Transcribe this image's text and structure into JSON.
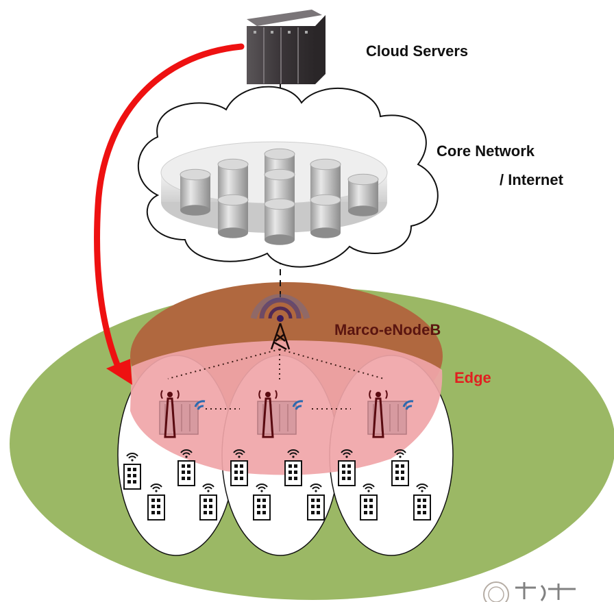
{
  "labels": {
    "cloud_servers": "Cloud Servers",
    "core_network_line1": "Core Network",
    "core_network_line2": "/ Internet",
    "macro_enodeb": "Marco-eNodeB",
    "edge": "Edge"
  },
  "colors": {
    "coverage_area": "#9bb865",
    "macro_zone": "#b0683f",
    "edge_zone": "#f0a5a8",
    "arrow": "#ee1111",
    "edge_label": "#e02020",
    "macro_label": "#5a1510",
    "server_rack": "#4a4548"
  },
  "icons": {
    "server": "server-rack-icon",
    "database": "database-cylinder-icon",
    "tower": "cell-tower-icon",
    "edge_node": "edge-server-ap-icon",
    "device": "wifi-device-icon"
  },
  "cells": [
    "cell-left",
    "cell-middle",
    "cell-right"
  ]
}
